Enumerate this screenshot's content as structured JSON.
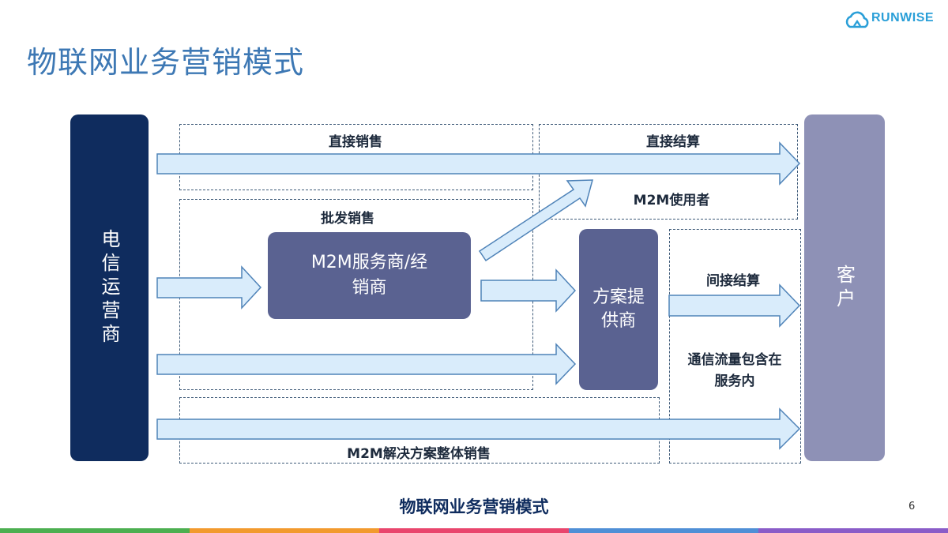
{
  "header": {
    "title": "物联网业务营销模式",
    "logo_text": "RUNWISE"
  },
  "nodes": {
    "operator": "电信运营商",
    "reseller": "M2M服务商/经销商",
    "solution_provider": "方案提供商",
    "customer": "客户"
  },
  "labels": {
    "direct_sales": "直接销售",
    "direct_settlement": "直接结算",
    "m2m_user": "M2M使用者",
    "wholesale": "批发销售",
    "indirect_settlement": "间接结算",
    "traffic_included_line1": "通信流量包含在",
    "traffic_included_line2": "服务内",
    "solution_sales": "M2M解决方案整体销售"
  },
  "footer": {
    "caption": "物联网业务营销模式",
    "page_number": "6"
  },
  "colors": {
    "title": "#3d78b4",
    "operator_box": "#0f2c5e",
    "reseller_box": "#5a6291",
    "customer_box": "#8e91b6",
    "arrow_fill": "#d9ecfb",
    "arrow_stroke": "#4f83b8",
    "bottom_bar": [
      "#4caf50",
      "#f29a2e",
      "#e9456d",
      "#4f8fd6",
      "#8a5cc8"
    ]
  }
}
